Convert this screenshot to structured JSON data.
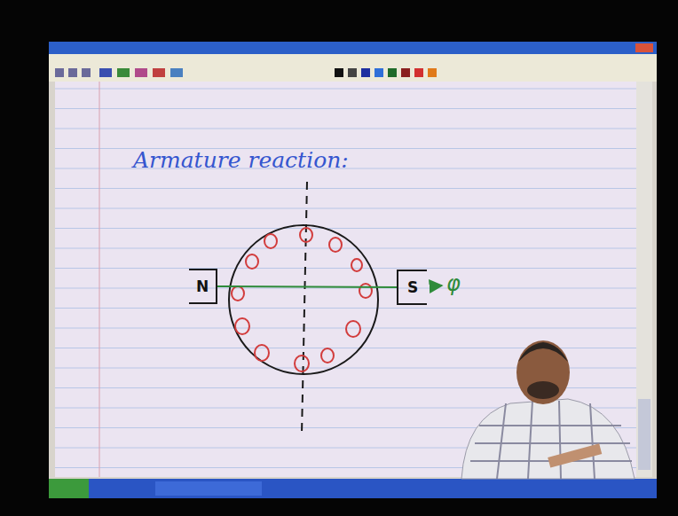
{
  "diagram": {
    "title": "Armature reaction:",
    "nodes": [
      {
        "text": [
          "N"
        ]
      },
      {
        "text": [
          "S"
        ]
      }
    ],
    "edges": [
      {
        "from": 0,
        "to": 1,
        "arrow": "none"
      }
    ],
    "labels": [
      "φ"
    ]
  }
}
